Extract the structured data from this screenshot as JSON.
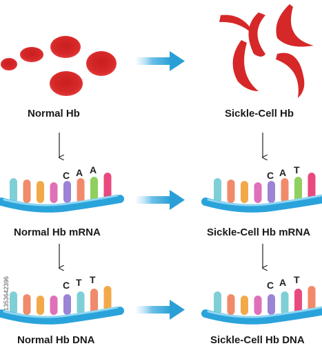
{
  "colors": {
    "blood_cell": "#d62828",
    "blood_cell_dark": "#b51f1f",
    "backbone": "#2aa3db",
    "backbone_dark": "#1b7fb3",
    "big_arrow": "#2a9fd6",
    "thin_arrow": "#222222",
    "nucleotide_palette": [
      "#7fcfd6",
      "#f08a6a",
      "#f3a948",
      "#9b83d6",
      "#e070b8",
      "#8fd05e",
      "#e84a7f"
    ]
  },
  "labels": {
    "normal_hb": "Normal Hb",
    "sickle_hb": "Sickle-Cell Hb",
    "normal_mrna": "Normal Hb mRNA",
    "sickle_mrna": "Sickle-Cell Hb mRNA",
    "normal_dna": "Normal Hb DNA",
    "sickle_dna": "Sickle-Cell Hb DNA"
  },
  "codons": {
    "normal_mrna": [
      "C",
      "A",
      "A"
    ],
    "sickle_mrna": [
      "C",
      "A",
      "T"
    ],
    "normal_dna": [
      "C",
      "T",
      "T"
    ],
    "sickle_dna": [
      "C",
      "A",
      "T"
    ]
  },
  "side_code": "1353642396",
  "strands": {
    "normal_mrna": [
      "teal",
      "orange",
      "yellow",
      "pink",
      "purple",
      "orange",
      "green",
      "magenta"
    ],
    "sickle_mrna": [
      "teal",
      "orange",
      "yellow",
      "pink",
      "purple",
      "orange",
      "green",
      "magenta"
    ],
    "normal_dna": [
      "teal",
      "orange",
      "yellow",
      "pink",
      "purple",
      "teal",
      "orange",
      "yellow"
    ],
    "sickle_dna": [
      "teal",
      "orange",
      "yellow",
      "pink",
      "purple",
      "teal",
      "magenta",
      "orange"
    ]
  }
}
